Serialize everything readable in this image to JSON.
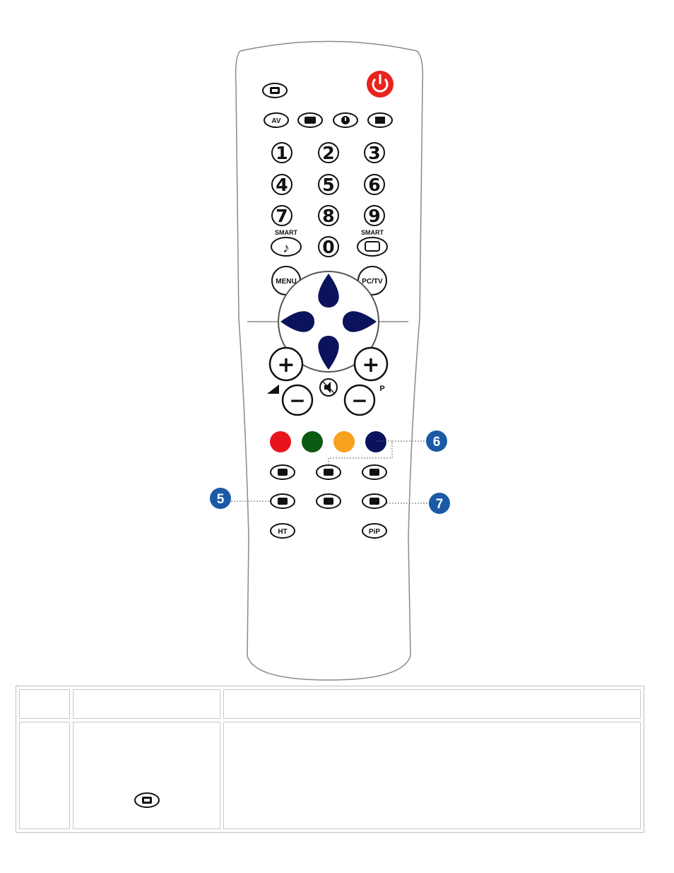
{
  "remote": {
    "top_row": [
      {
        "name": "picture-format-button",
        "icon": "picture-icon"
      },
      {
        "name": "power-button",
        "icon": "power-icon",
        "color": "#e8231e"
      }
    ],
    "function_row": [
      {
        "name": "av-button",
        "label": "AV"
      },
      {
        "name": "screen-format-button",
        "icon": "screen-icon"
      },
      {
        "name": "sleep-timer-button",
        "icon": "clock-icon"
      },
      {
        "name": "teletext-button",
        "icon": "teletext-icon"
      }
    ],
    "digits": [
      "1",
      "2",
      "3",
      "4",
      "5",
      "6",
      "7",
      "8",
      "9",
      "0"
    ],
    "smart_label_left": "SMART",
    "smart_label_right": "SMART",
    "menu_label": "MENU",
    "pctv_label": "PC/TV",
    "plus_sign": "+",
    "minus_sign": "−",
    "program_label": "P",
    "color_keys": [
      "#e8141b",
      "#0d5a12",
      "#f7a21c",
      "#0a135c"
    ],
    "nav_color": "#0a135c",
    "bottom_rows": [
      [
        "text-button",
        "tv-text-button",
        "mix-button"
      ],
      [
        "freeze-button",
        "info-button",
        "split-screen-button"
      ],
      [
        "hold-button",
        "",
        "pip-button"
      ]
    ],
    "bottom_labels": {
      "hold": "HT",
      "pip": "PiP"
    }
  },
  "callouts": [
    {
      "number": "5",
      "color": "#1a5aa6"
    },
    {
      "number": "6",
      "color": "#1a5aa6"
    },
    {
      "number": "7",
      "color": "#1a5aa6"
    }
  ],
  "table": {
    "header": [
      "",
      "",
      ""
    ],
    "row1_icon": "picture-icon"
  }
}
